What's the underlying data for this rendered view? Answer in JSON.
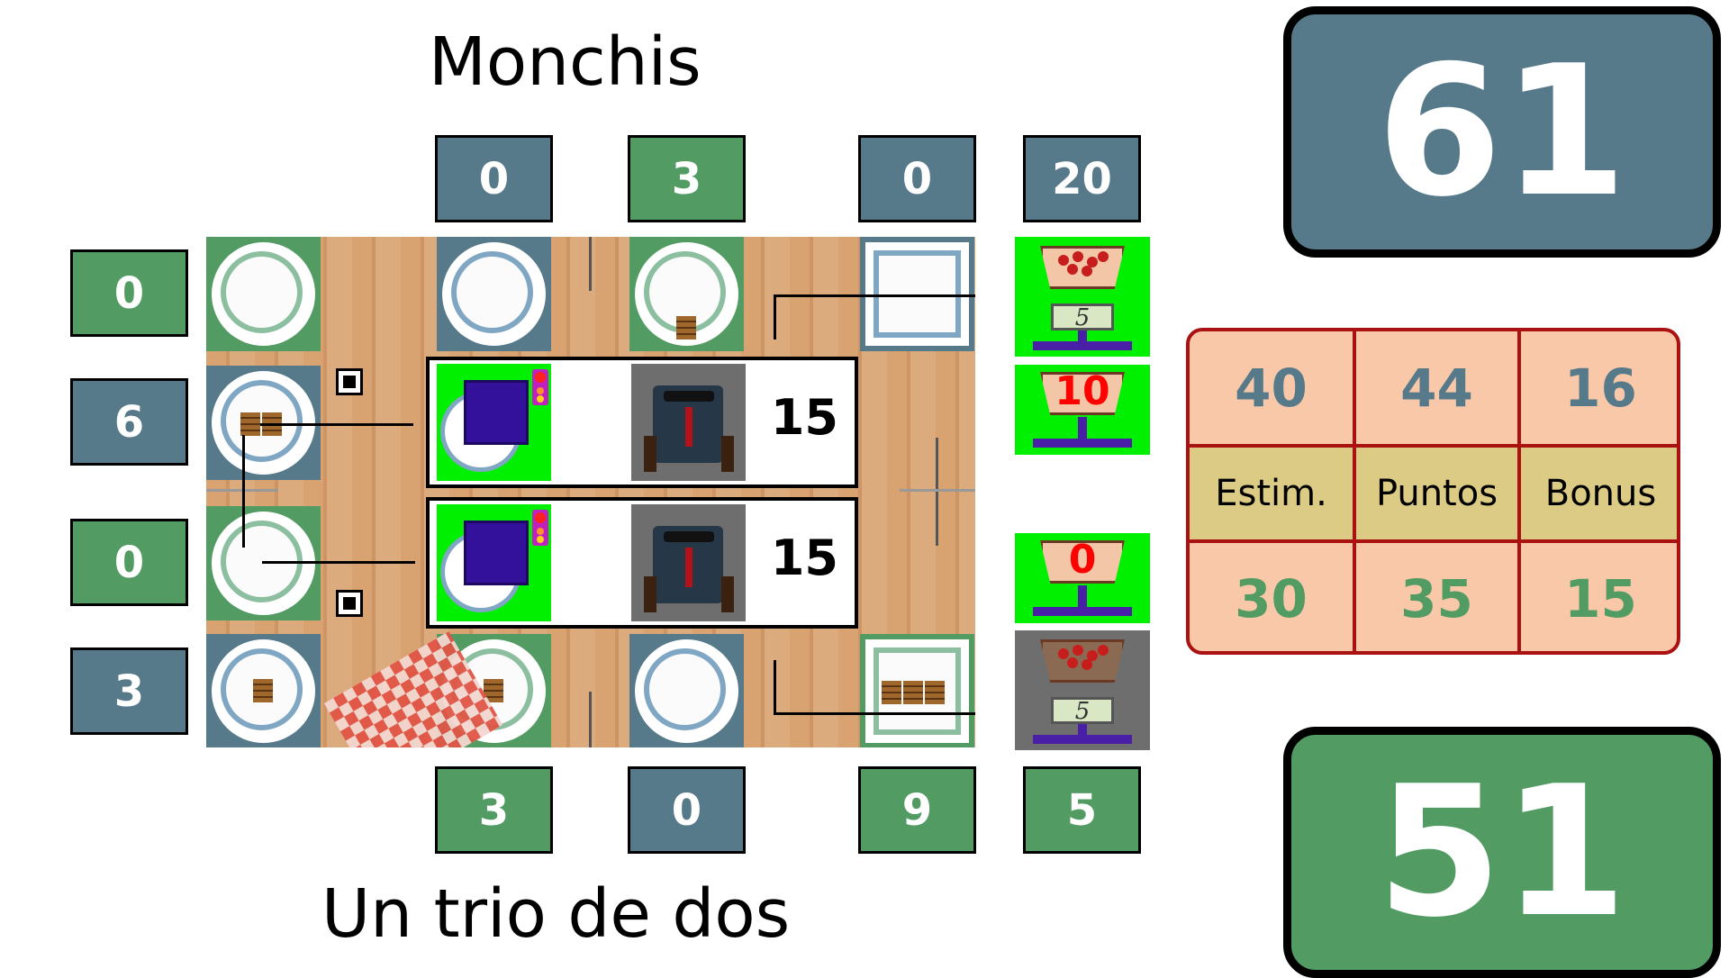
{
  "teams": {
    "top": {
      "name": "Monchis",
      "score": "61"
    },
    "bottom": {
      "name": "Un trio de dos",
      "score": "51"
    }
  },
  "colors": {
    "blue_team": "#567a8a",
    "green_team": "#529b63",
    "bright_green": "#00f000",
    "stats_bg": "#f9c8a8",
    "stats_border": "#aa1111",
    "label_row": "#dccb84"
  },
  "board": {
    "top_counts": [
      {
        "value": "0",
        "team": "blue"
      },
      {
        "value": "3",
        "team": "green"
      },
      {
        "value": "0",
        "team": "blue"
      },
      {
        "value": "20",
        "team": "blue"
      }
    ],
    "bottom_counts": [
      {
        "value": "3",
        "team": "green"
      },
      {
        "value": "0",
        "team": "blue"
      },
      {
        "value": "9",
        "team": "green"
      },
      {
        "value": "5",
        "team": "green"
      }
    ],
    "left_counts": [
      {
        "value": "0",
        "team": "green"
      },
      {
        "value": "6",
        "team": "blue"
      },
      {
        "value": "0",
        "team": "green"
      },
      {
        "value": "3",
        "team": "blue"
      }
    ],
    "robots": [
      {
        "value": "15"
      },
      {
        "value": "15"
      }
    ],
    "scales": [
      {
        "state": "full",
        "display": "5"
      },
      {
        "state": "weight",
        "weight": "10"
      },
      {
        "state": "weight",
        "weight": "0"
      },
      {
        "state": "full-gray",
        "display": "5"
      }
    ]
  },
  "stats": {
    "top_values": [
      "40",
      "44",
      "16"
    ],
    "labels": [
      "Estim.",
      "Puntos",
      "Bonus"
    ],
    "bottom_values": [
      "30",
      "35",
      "15"
    ]
  }
}
